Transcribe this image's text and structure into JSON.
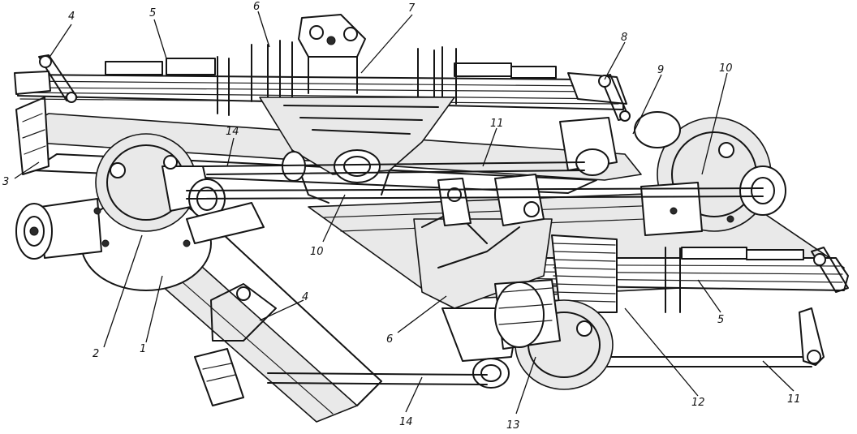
{
  "callouts": [
    {
      "id": "c4a",
      "text": "4"
    },
    {
      "id": "c5a",
      "text": "5"
    },
    {
      "id": "c6a",
      "text": "6"
    },
    {
      "id": "c7",
      "text": "7"
    },
    {
      "id": "c8",
      "text": "8"
    },
    {
      "id": "c9",
      "text": "9"
    },
    {
      "id": "c10a",
      "text": "10"
    },
    {
      "id": "c3",
      "text": "3"
    },
    {
      "id": "c14a",
      "text": "14"
    },
    {
      "id": "c11a",
      "text": "11"
    },
    {
      "id": "c10b",
      "text": "10"
    },
    {
      "id": "c4b",
      "text": "4"
    },
    {
      "id": "c2",
      "text": "2"
    },
    {
      "id": "c1",
      "text": "1"
    },
    {
      "id": "c6b",
      "text": "6"
    },
    {
      "id": "c5b",
      "text": "5"
    },
    {
      "id": "c12",
      "text": "12"
    },
    {
      "id": "c11b",
      "text": "11"
    },
    {
      "id": "c14b",
      "text": "14"
    },
    {
      "id": "c13",
      "text": "13"
    }
  ]
}
